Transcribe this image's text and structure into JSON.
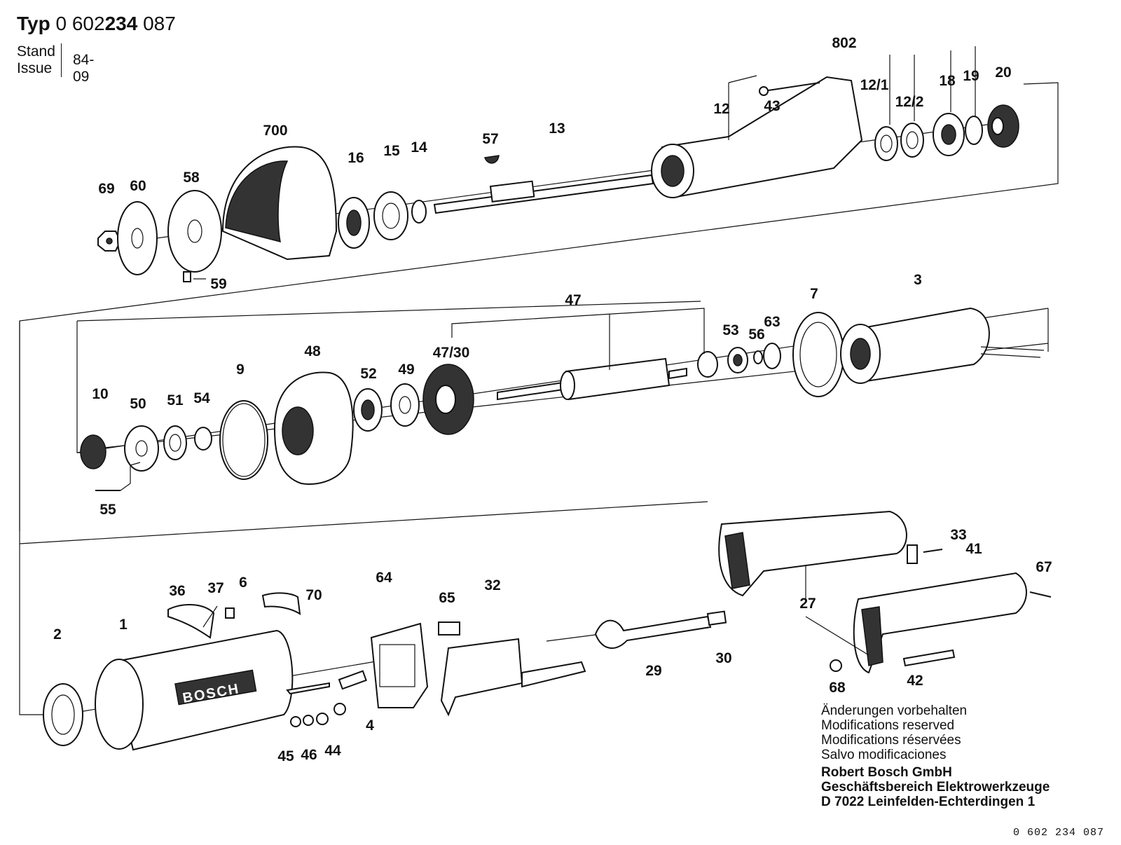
{
  "header": {
    "typ_label": "Typ",
    "number_prefix": "0 602",
    "number_bold": "234",
    "number_suffix": "087",
    "stand_label": "Stand",
    "issue_label": "Issue",
    "issue_value": "84-09"
  },
  "part_labels": [
    "802",
    "12/1",
    "12/2",
    "18",
    "19",
    "20",
    "12",
    "43",
    "700",
    "16",
    "15",
    "14",
    "57",
    "13",
    "69",
    "60",
    "58",
    "59",
    "47",
    "3",
    "7",
    "53",
    "56",
    "63",
    "48",
    "9",
    "52",
    "49",
    "47/30",
    "10",
    "50",
    "51",
    "54",
    "55",
    "64",
    "32",
    "65",
    "33",
    "41",
    "67",
    "27",
    "36",
    "37",
    "6",
    "70",
    "2",
    "1",
    "29",
    "30",
    "68",
    "42",
    "4",
    "45",
    "46",
    "44"
  ],
  "footer": {
    "notes": [
      "Änderungen vorbehalten",
      "Modifications reserved",
      "Modifications réservées",
      "Salvo modificaciones"
    ],
    "company": [
      "Robert Bosch GmbH",
      "Geschäftsbereich Elektrowerkzeuge",
      "D 7022 Leinfelden-Echterdingen 1"
    ]
  },
  "doc_number": "0 602 234 087",
  "housing_brand": "BOSCH"
}
